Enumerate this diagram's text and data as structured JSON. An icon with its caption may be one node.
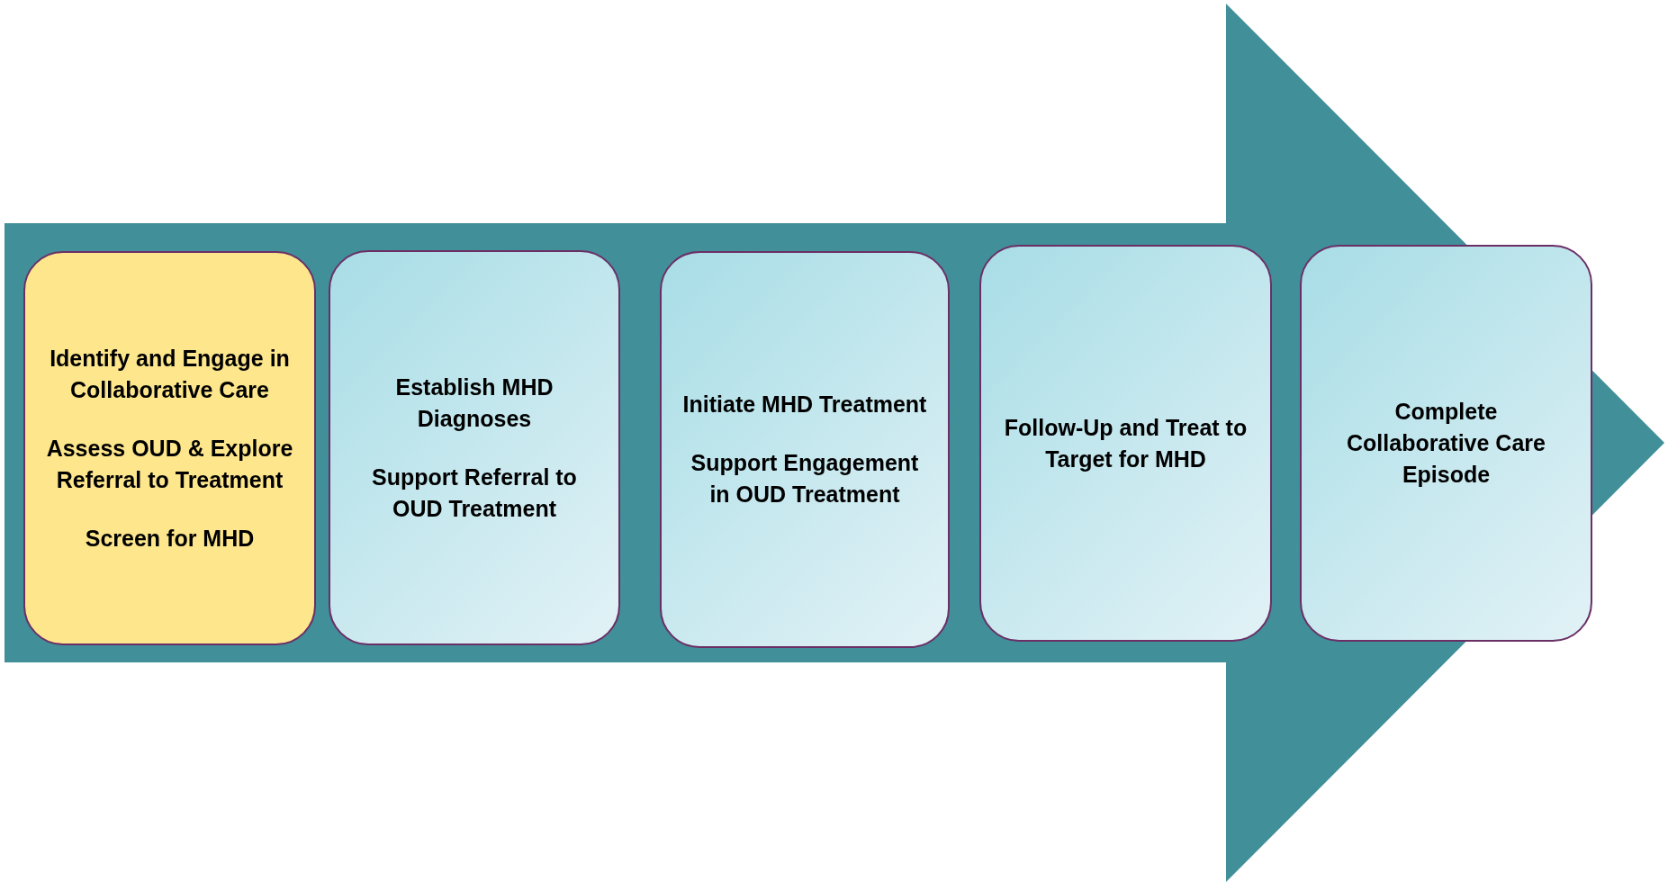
{
  "diagram": {
    "nodes": [
      {
        "text": [
          "Identify and Engage in Collaborative Care",
          "Assess OUD & Explore Referral to Treatment",
          "Screen for MHD"
        ]
      },
      {
        "text": [
          "Establish MHD Diagnoses",
          "Support Referral to OUD Treatment"
        ]
      },
      {
        "text": [
          "Initiate MHD Treatment",
          "Support Engagement in OUD Treatment"
        ]
      },
      {
        "text": [
          "Follow-Up and Treat to Target for MHD"
        ]
      },
      {
        "text": [
          "Complete Collaborative Care Episode"
        ]
      }
    ]
  }
}
